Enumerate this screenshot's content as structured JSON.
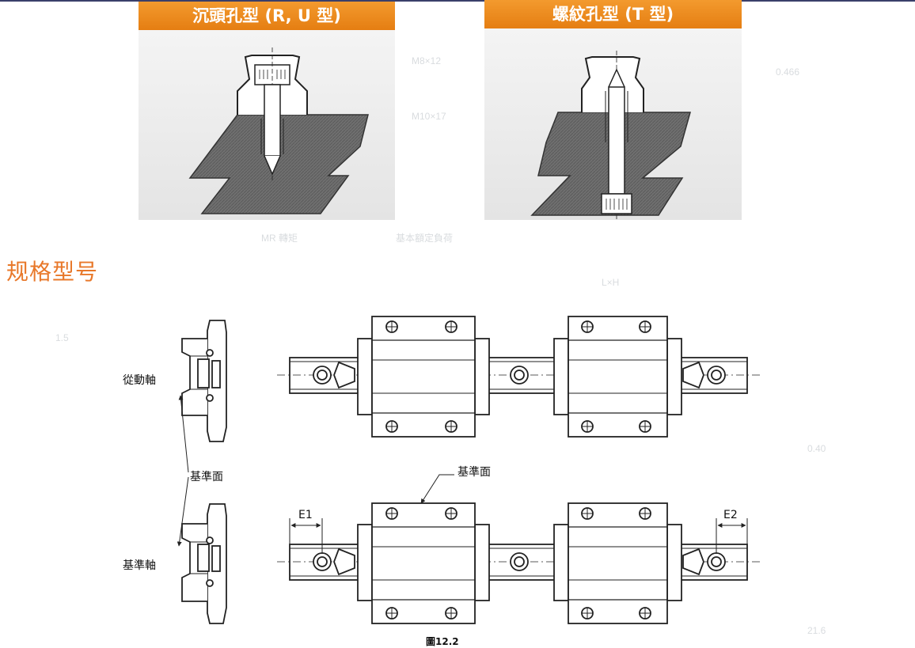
{
  "headers": {
    "countersunk": "沉頭孔型 (R, U 型)",
    "threaded": "螺紋孔型 (T 型)"
  },
  "section_title": "规格型号",
  "labels": {
    "driven_shaft": "從動軸",
    "reference_surface_left": "基準面",
    "reference_shaft": "基準軸",
    "reference_surface_top": "基準面",
    "e1": "E1",
    "e2": "E2"
  },
  "figure_caption": "圖12.2",
  "colors": {
    "header_orange": "#ef8c1f",
    "base_gray": "#6e6e6e",
    "line": "#222222"
  }
}
